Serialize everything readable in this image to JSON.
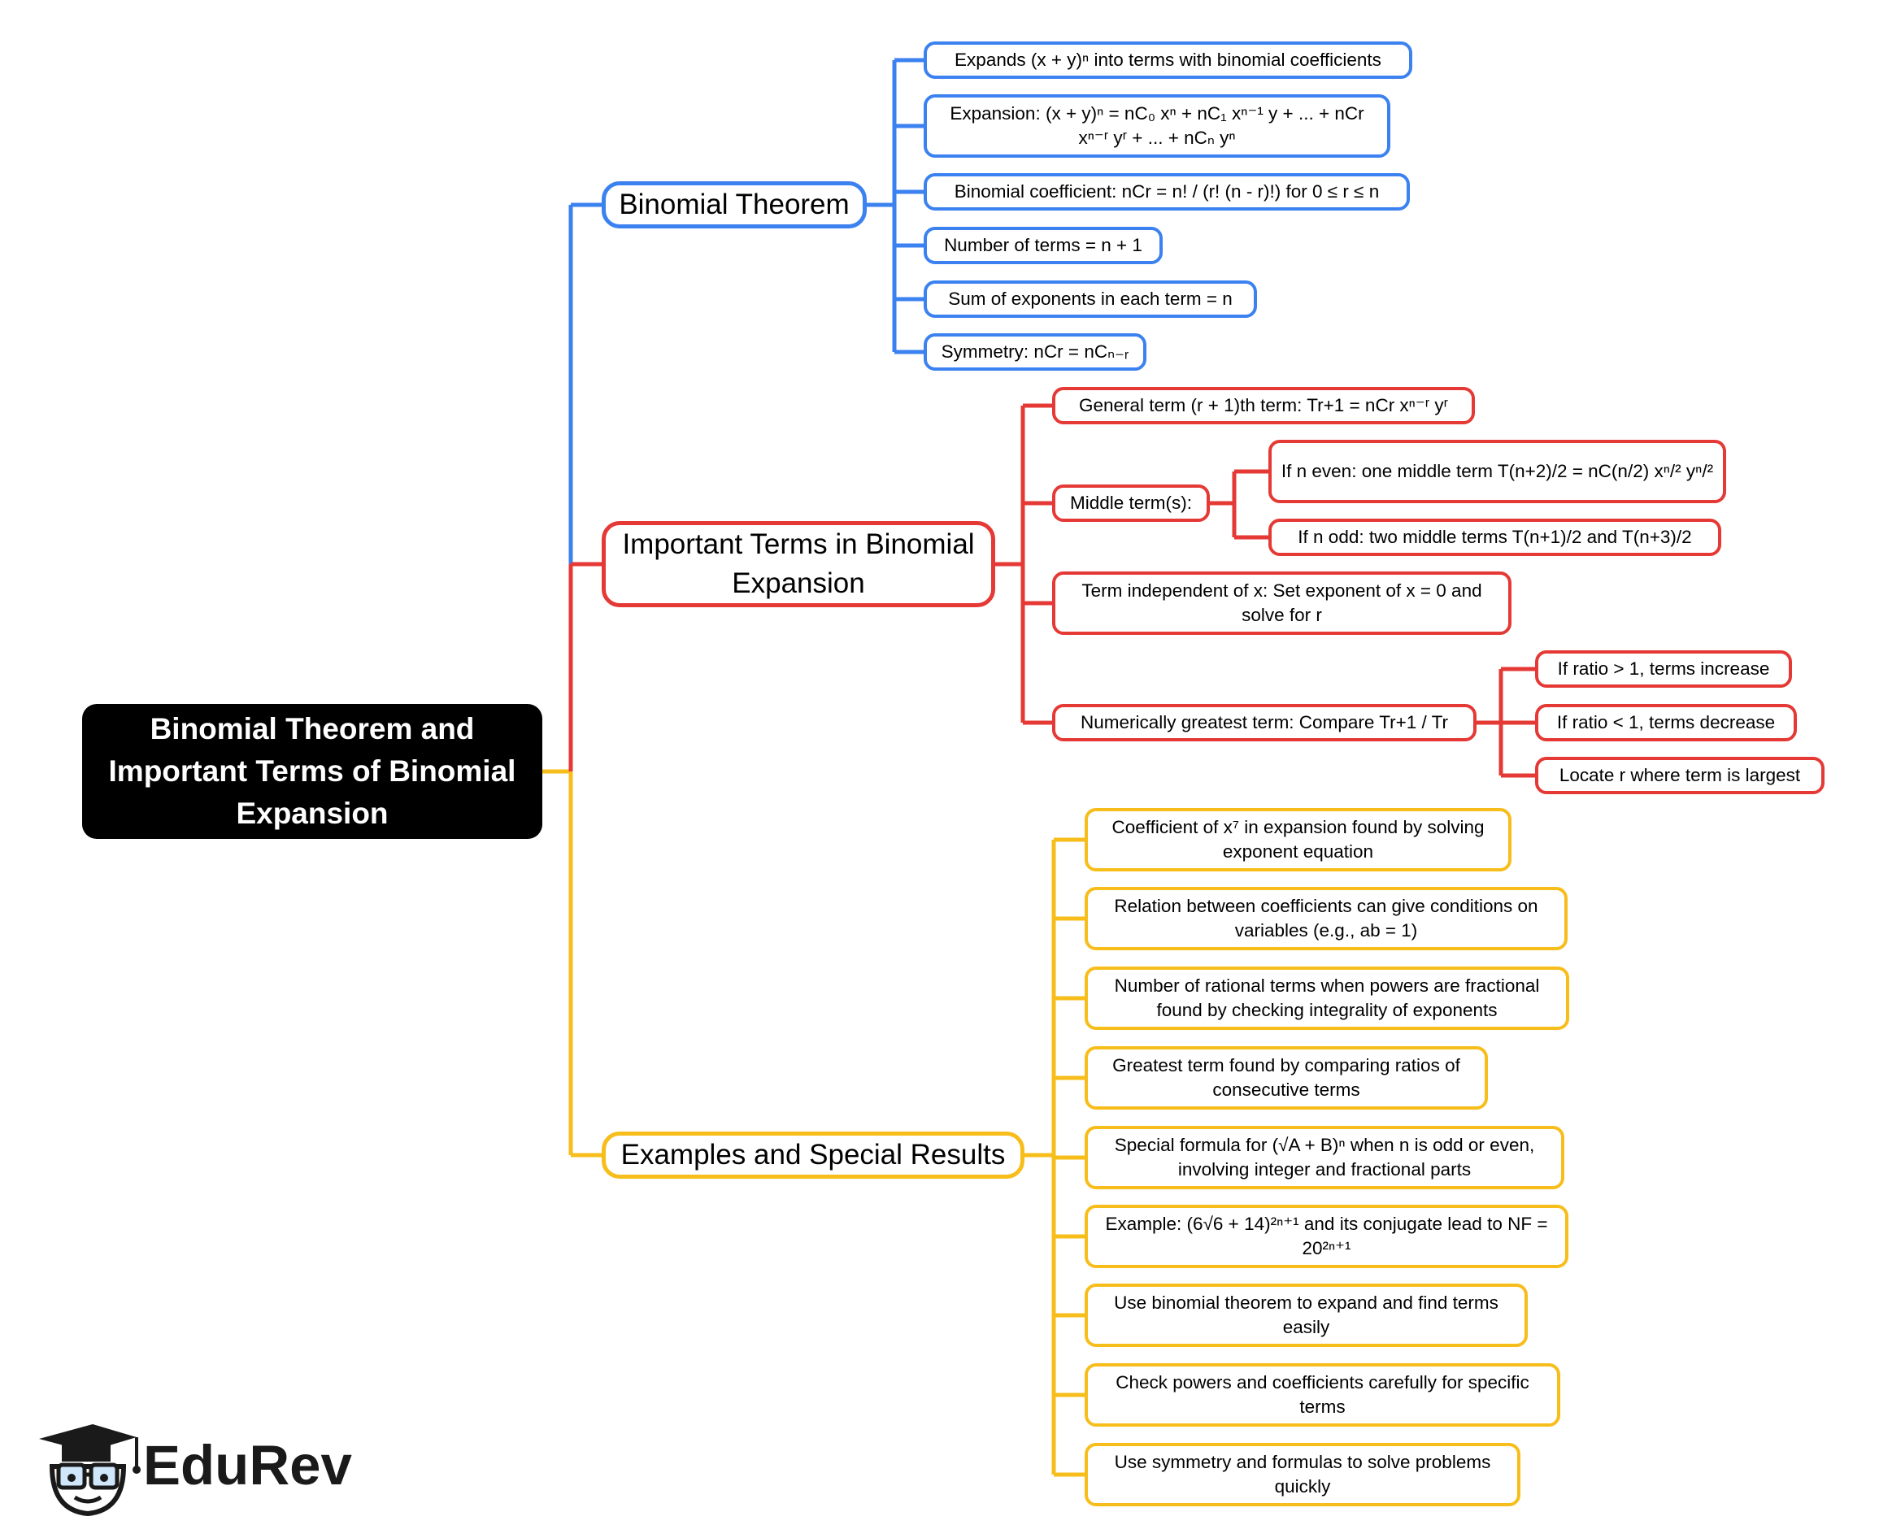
{
  "colors": {
    "blue": "#3b82f0",
    "red": "#e53935",
    "gold": "#f7bd1b",
    "root": "#000000"
  },
  "root": {
    "title": "Binomial Theorem and Important Terms of Binomial Expansion"
  },
  "branches": {
    "binomial": {
      "label": "Binomial Theorem",
      "items": [
        "Expands (x + y)ⁿ into terms with binomial coefficients",
        "Expansion: (x + y)ⁿ = nC₀ xⁿ + nC₁ xⁿ⁻¹ y + ... + nCr xⁿ⁻ʳ yʳ + ... + nCₙ yⁿ",
        "Binomial coefficient: nCr = n! / (r! (n - r)!) for 0 ≤ r ≤ n",
        "Number of terms = n + 1",
        "Sum of exponents in each term = n",
        "Symmetry: nCr = nCₙ₋ᵣ"
      ]
    },
    "important": {
      "label": "Important Terms in Binomial Expansion",
      "general_term": "General term (r + 1)th term: Tr+1 = nCr xⁿ⁻ʳ yʳ",
      "middle_term": {
        "label": "Middle term(s):",
        "even": "If n even: one middle term T(n+2)/2 = nC(n/2) xⁿ/² yⁿ/²",
        "odd": "If n odd: two middle terms T(n+1)/2 and T(n+3)/2"
      },
      "independent": "Term independent of x: Set exponent of x = 0 and solve for r",
      "greatest": {
        "label": "Numerically greatest term: Compare Tr+1 / Tr",
        "items": [
          "If ratio > 1, terms increase",
          "If ratio < 1, terms decrease",
          "Locate r where term is largest"
        ]
      }
    },
    "examples": {
      "label": "Examples and Special Results",
      "items": [
        "Coefficient of x⁷ in expansion found by solving exponent equation",
        "Relation between coefficients can give conditions on variables (e.g., ab = 1)",
        "Number of rational terms when powers are fractional found by checking integrality of exponents",
        "Greatest term found by comparing ratios of consecutive terms",
        "Special formula for (√A + B)ⁿ when n is odd or even, involving integer and fractional parts",
        "Example: (6√6 + 14)²ⁿ⁺¹ and its conjugate lead to NF = 20²ⁿ⁺¹",
        "Use binomial theorem to expand and find terms easily",
        "Check powers and coefficients carefully for specific terms",
        "Use symmetry and formulas to solve problems quickly"
      ]
    }
  },
  "logo": {
    "text": "EduRev",
    "icon": "graduation-cap-owl-icon"
  }
}
